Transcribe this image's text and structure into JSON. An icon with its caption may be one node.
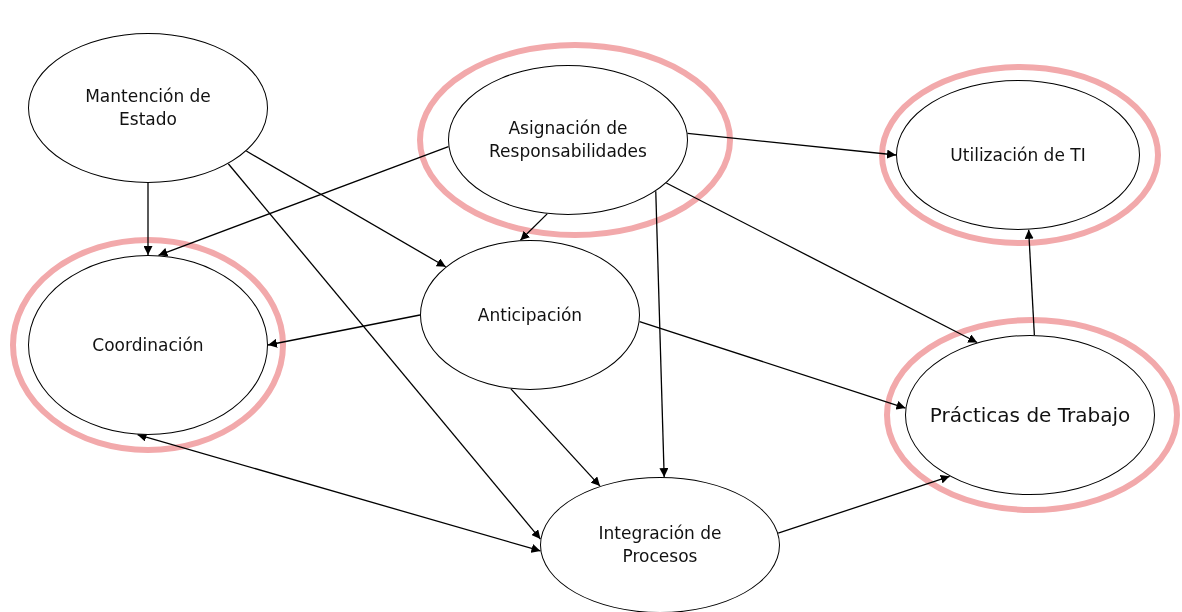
{
  "diagram": {
    "nodes": [
      {
        "text": [
          "Mantención de Estado"
        ]
      },
      {
        "text": [
          "Asignación de Responsabilidades"
        ]
      },
      {
        "text": [
          "Utilización de TI"
        ]
      },
      {
        "text": [
          "Anticipación"
        ]
      },
      {
        "text": [
          "Coordinación"
        ]
      },
      {
        "text": [
          "Prácticas de Trabajo"
        ]
      },
      {
        "text": [
          "Integración de Procesos"
        ]
      }
    ],
    "edges": [
      {
        "from": 0,
        "to": 4,
        "arrow": "to"
      },
      {
        "from": 0,
        "to": 3,
        "arrow": "to"
      },
      {
        "from": 0,
        "to": 6,
        "arrow": "to"
      },
      {
        "from": 1,
        "to": 4,
        "arrow": "to"
      },
      {
        "from": 1,
        "to": 3,
        "arrow": "to"
      },
      {
        "from": 1,
        "to": 2,
        "arrow": "to"
      },
      {
        "from": 1,
        "to": 6,
        "arrow": "to"
      },
      {
        "from": 1,
        "to": 5,
        "arrow": "to"
      },
      {
        "from": 3,
        "to": 4,
        "arrow": "to"
      },
      {
        "from": 3,
        "to": 5,
        "arrow": "to"
      },
      {
        "from": 3,
        "to": 6,
        "arrow": "to"
      },
      {
        "from": 4,
        "to": 6,
        "arrow": "both"
      },
      {
        "from": 6,
        "to": 5,
        "arrow": "to"
      },
      {
        "from": 5,
        "to": 2,
        "arrow": "to"
      }
    ]
  }
}
